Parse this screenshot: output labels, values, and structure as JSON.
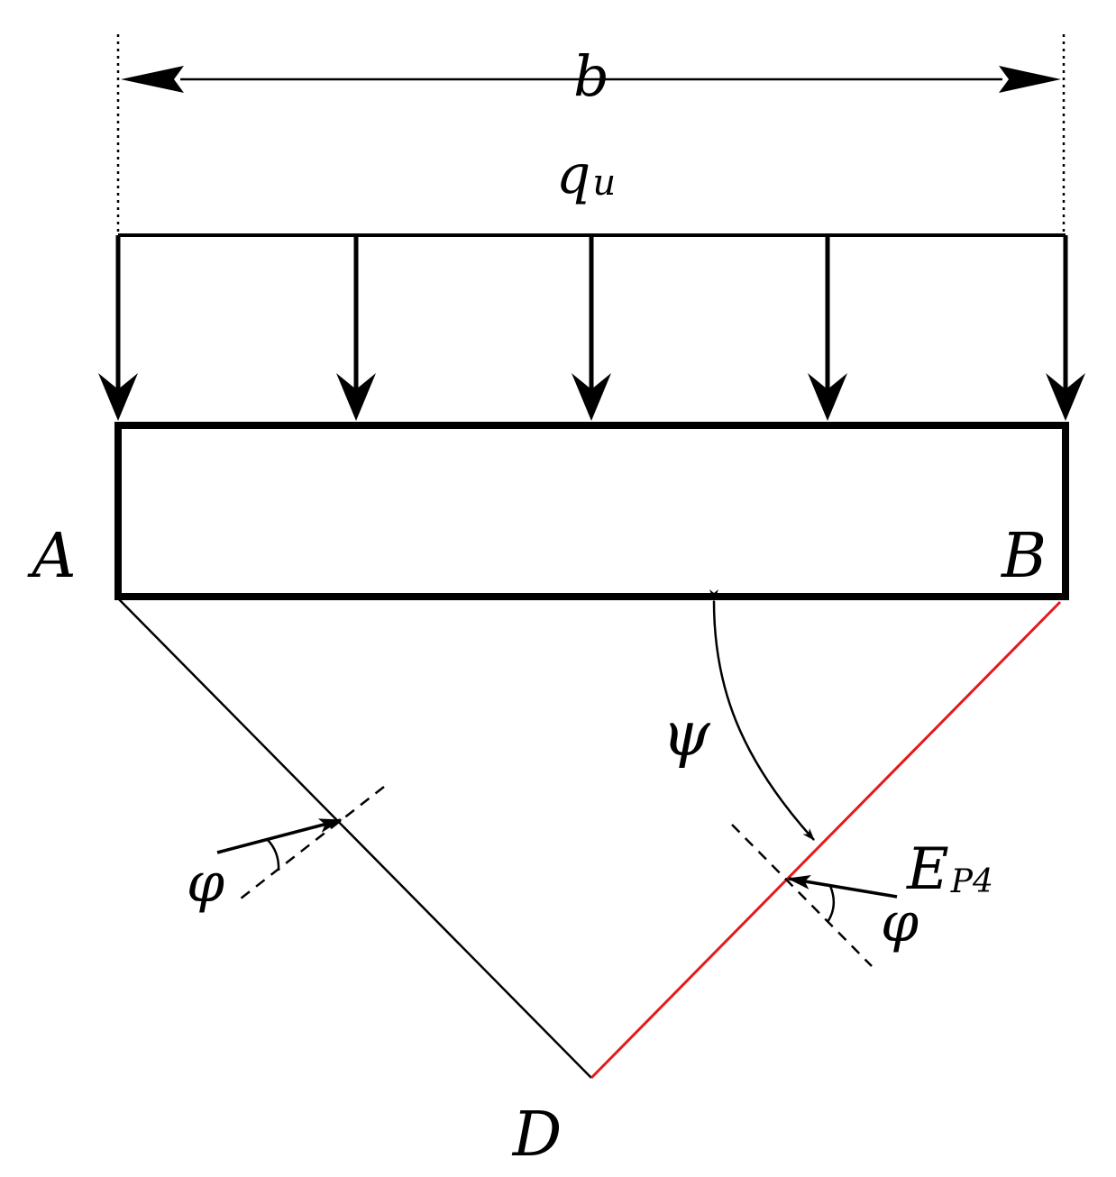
{
  "colors": {
    "ink": "#000000",
    "highlight": "#e41a1c",
    "background": "#ffffff"
  },
  "labels": {
    "width": "b",
    "load_main": "q",
    "load_sub": "u",
    "corner_a": "A",
    "corner_b": "B",
    "apex_d": "D",
    "wedge_angle": "ψ",
    "friction_angle_left": "φ",
    "friction_angle_right": "φ",
    "force_main": "E",
    "force_sub": "P4"
  }
}
